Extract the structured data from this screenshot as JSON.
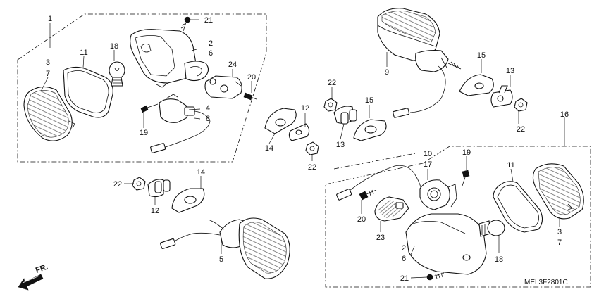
{
  "diagram": {
    "callouts": {
      "c1": "1",
      "c3a": "3",
      "c7a": "7",
      "c11a": "11",
      "c18a": "18",
      "c2a": "2",
      "c6a": "6",
      "c21a": "21",
      "c24": "24",
      "c20a": "20",
      "c4": "4",
      "c8": "8",
      "c19a": "19",
      "c9": "9",
      "c22a": "22",
      "c15a": "15",
      "c13a": "13",
      "c15b": "15",
      "c13b": "13",
      "c22b": "22",
      "c14a": "14",
      "c12a": "12",
      "c22c": "22",
      "c16": "16",
      "c10": "10",
      "c17": "17",
      "c19b": "19",
      "c11b": "11",
      "c22d": "22",
      "c12b": "12",
      "c14b": "14",
      "c5": "5",
      "c20b": "20",
      "c23": "23",
      "c2b": "2",
      "c6b": "6",
      "c18b": "18",
      "c3b": "3",
      "c7b": "7",
      "c21b": "21"
    },
    "front_indicator": "FR.",
    "drawing_code": "MEL3F2801C"
  }
}
